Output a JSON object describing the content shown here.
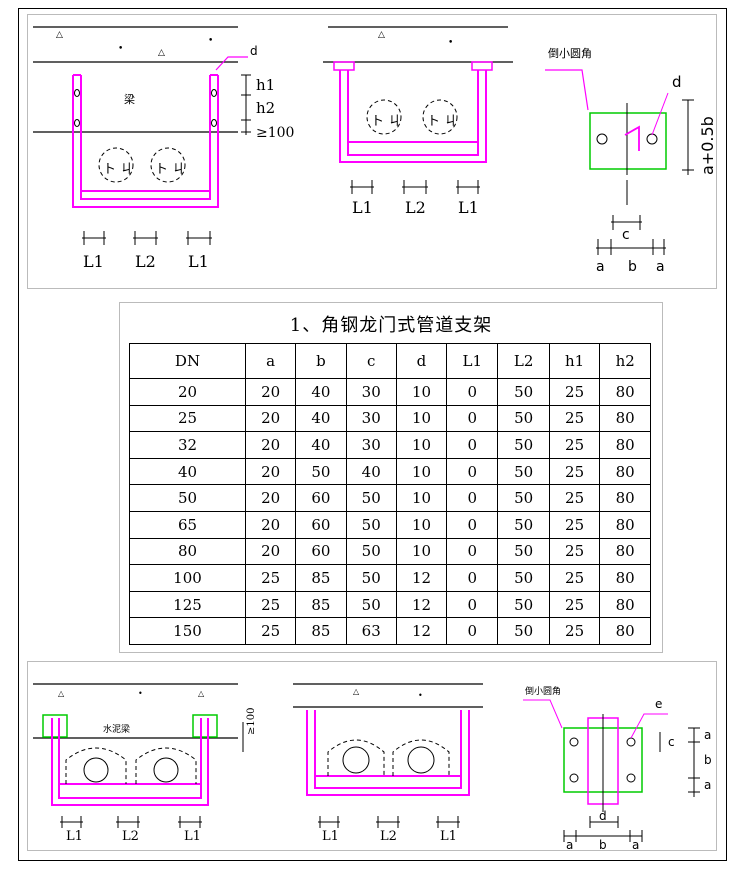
{
  "top": {
    "beam_label": "梁",
    "label_d": "d",
    "label_h1": "h1",
    "label_h2": "h2",
    "label_ge100": "≥100",
    "label_L1": "L1",
    "label_L2": "L2",
    "corner_label": "倒小圆角",
    "label_a05b": "a+0.5b",
    "label_c": "c",
    "label_a": "a",
    "label_b": "b"
  },
  "table": {
    "title": "1、角钢龙门式管道支架",
    "headers": [
      "DN",
      "a",
      "b",
      "c",
      "d",
      "L1",
      "L2",
      "h1",
      "h2"
    ],
    "rows": [
      [
        "20",
        "20",
        "40",
        "30",
        "10",
        "0",
        "50",
        "25",
        "80"
      ],
      [
        "25",
        "20",
        "40",
        "30",
        "10",
        "0",
        "50",
        "25",
        "80"
      ],
      [
        "32",
        "20",
        "40",
        "30",
        "10",
        "0",
        "50",
        "25",
        "80"
      ],
      [
        "40",
        "20",
        "50",
        "40",
        "10",
        "0",
        "50",
        "25",
        "80"
      ],
      [
        "50",
        "20",
        "60",
        "50",
        "10",
        "0",
        "50",
        "25",
        "80"
      ],
      [
        "65",
        "20",
        "60",
        "50",
        "10",
        "0",
        "50",
        "25",
        "80"
      ],
      [
        "80",
        "20",
        "60",
        "50",
        "10",
        "0",
        "50",
        "25",
        "80"
      ],
      [
        "100",
        "25",
        "85",
        "50",
        "12",
        "0",
        "50",
        "25",
        "80"
      ],
      [
        "125",
        "25",
        "85",
        "50",
        "12",
        "0",
        "50",
        "25",
        "80"
      ],
      [
        "150",
        "25",
        "85",
        "63",
        "12",
        "0",
        "50",
        "25",
        "80"
      ]
    ]
  },
  "bottom": {
    "slab_label": "水泥梁",
    "label_ge100": "≥100",
    "label_L1": "L1",
    "label_L2": "L2",
    "corner_label": "倒小圆角",
    "label_e": "e",
    "label_a": "a",
    "label_b": "b",
    "label_c": "c",
    "label_d": "d"
  },
  "colors": {
    "bracket": "#ff00ff",
    "plate": "#00cc00"
  }
}
